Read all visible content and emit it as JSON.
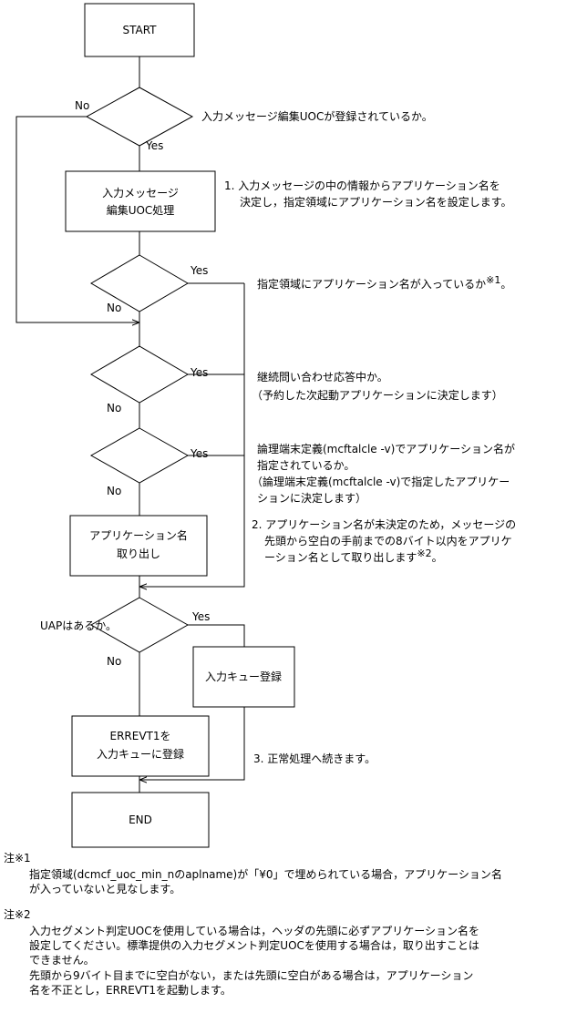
{
  "flow": {
    "start": "START",
    "decision1": {
      "question": "入力メッセージ編集UOCが登録されているか。",
      "no": "No",
      "yes": "Yes"
    },
    "process1": {
      "line1": "入力メッセージ",
      "line2": "編集UOC処理",
      "note_line1": "1. 入力メッセージの中の情報からアプリケーション名を",
      "note_line2": "決定し，指定領域にアプリケーション名を設定します。"
    },
    "decision2": {
      "question": "指定領域にアプリケーション名が入っているか",
      "ref": "※1",
      "tail": "。",
      "yes": "Yes",
      "no": "No"
    },
    "decision3": {
      "line1": "継続問い合わせ応答中か。",
      "line2": "（予約した次起動アプリケーションに決定します）",
      "yes": "Yes",
      "no": "No"
    },
    "decision4": {
      "line1": "論理端末定義(mcftalcle -v)でアプリケーション名が",
      "line2": "指定されているか。",
      "line3": "（論理端末定義(mcftalcle -v)で指定したアプリケー",
      "line4": "ションに決定します）",
      "yes": "Yes",
      "no": "No"
    },
    "process2": {
      "line1": "アプリケーション名",
      "line2": "取り出し",
      "note_line1": "2. アプリケーション名が未決定のため，メッセージの",
      "note_line2": "先頭から空白の手前までの8バイト以内をアプリケ",
      "note_line3": "ーション名として取り出します",
      "note_ref": "※2",
      "note_tail": "。"
    },
    "decision5": {
      "question": "UAPはあるか。",
      "yes": "Yes",
      "no": "No"
    },
    "process3": {
      "label": "入力キュー登録"
    },
    "process4": {
      "line1": "ERREVT1を",
      "line2": "入力キューに登録"
    },
    "note3": "3. 正常処理へ続きます。",
    "end": "END"
  },
  "notes": [
    {
      "title": "注※1",
      "lines": [
        "指定領域(dcmcf_uoc_min_nのaplname)が「¥0」で埋められている場合，アプリケーション名",
        "が入っていないと見なします。"
      ]
    },
    {
      "title": "注※2",
      "lines": [
        "入力セグメント判定UOCを使用している場合は，ヘッダの先頭に必ずアプリケーション名を",
        "設定してください。標準提供の入力セグメント判定UOCを使用する場合は，取り出すことは",
        "できません。",
        "先頭から9バイト目までに空白がない，または先頭に空白がある場合は，アプリケーション",
        "名を不正とし，ERREVT1を起動します。"
      ]
    }
  ]
}
